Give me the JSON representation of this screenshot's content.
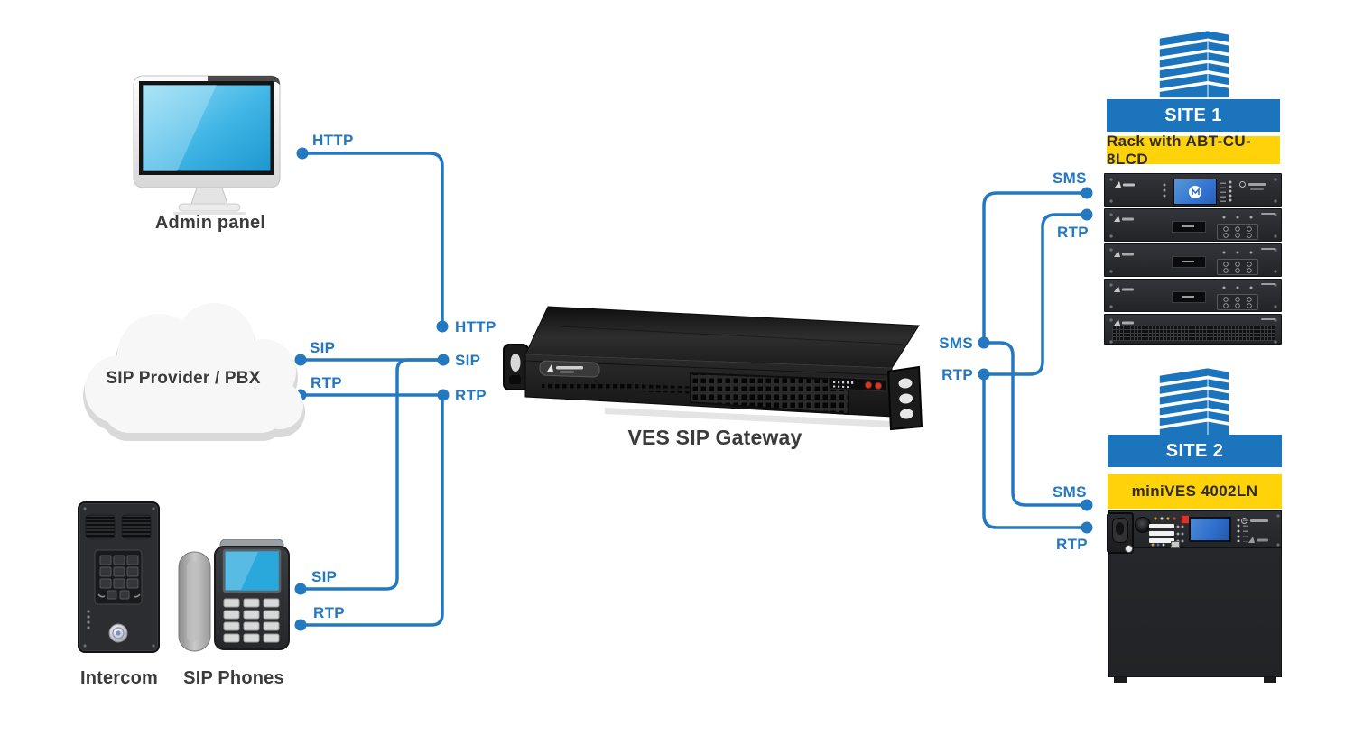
{
  "diagram": {
    "title_hint": "VES SIP Gateway connectivity diagram",
    "colors": {
      "line_blue": "#2478BF",
      "banner_blue": "#1C75BC",
      "banner_yellow": "#FFD20A",
      "label_dark": "#3B3B3C",
      "screen_cyan": "#29A8DC",
      "screen_blue": "#2F6FCE"
    },
    "nodes": {
      "admin_panel": {
        "label": "Admin panel"
      },
      "sip_provider": {
        "label": "SIP Provider / PBX"
      },
      "intercom": {
        "label": "Intercom"
      },
      "sip_phones": {
        "label": "SIP Phones"
      },
      "gateway": {
        "label": "VES SIP Gateway"
      },
      "site1": {
        "title": "SITE 1",
        "subtitle": "Rack with ABT-CU-8LCD"
      },
      "site2": {
        "title": "SITE 2",
        "subtitle": "miniVES 4002LN"
      }
    },
    "connection_labels": {
      "admin_http": "HTTP",
      "gateway_http": "HTTP",
      "cloud_sip": "SIP",
      "cloud_rtp": "RTP",
      "gateway_sip": "SIP",
      "gateway_rtp": "RTP",
      "phones_sip": "SIP",
      "phones_rtp": "RTP",
      "gateway_sms_out": "SMS",
      "gateway_rtp_out": "RTP",
      "site1_sms": "SMS",
      "site1_rtp": "RTP",
      "site2_sms": "SMS",
      "site2_rtp": "RTP"
    }
  }
}
